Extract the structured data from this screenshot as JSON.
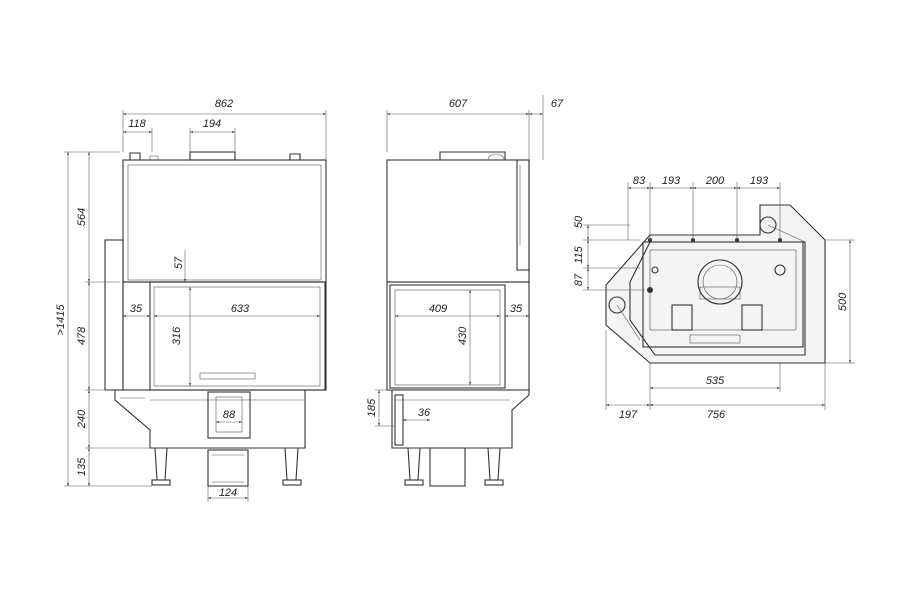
{
  "front_view": {
    "width": "862",
    "top_left": "118",
    "top_mid": "194",
    "height_total": ">1415",
    "upper_height": "564",
    "mid_height": "478",
    "lower_height": "240",
    "leg_height": "135",
    "gap_top": "57",
    "side_gap": "35",
    "glass_width": "633",
    "glass_height": "316",
    "inlet_width": "88",
    "outlet_width": "124"
  },
  "side_view": {
    "depth": "607",
    "side_offset": "67",
    "glass_width": "409",
    "glass_height": "430",
    "side_gap": "35",
    "base_height": "185",
    "base_gap": "36"
  },
  "top_view": {
    "seg1": "83",
    "seg2": "193",
    "seg3": "200",
    "seg4": "193",
    "v1": "50",
    "v2": "115",
    "v3": "87",
    "depth": "500",
    "inner_width": "535",
    "left_offset": "197",
    "total_width": "756"
  }
}
